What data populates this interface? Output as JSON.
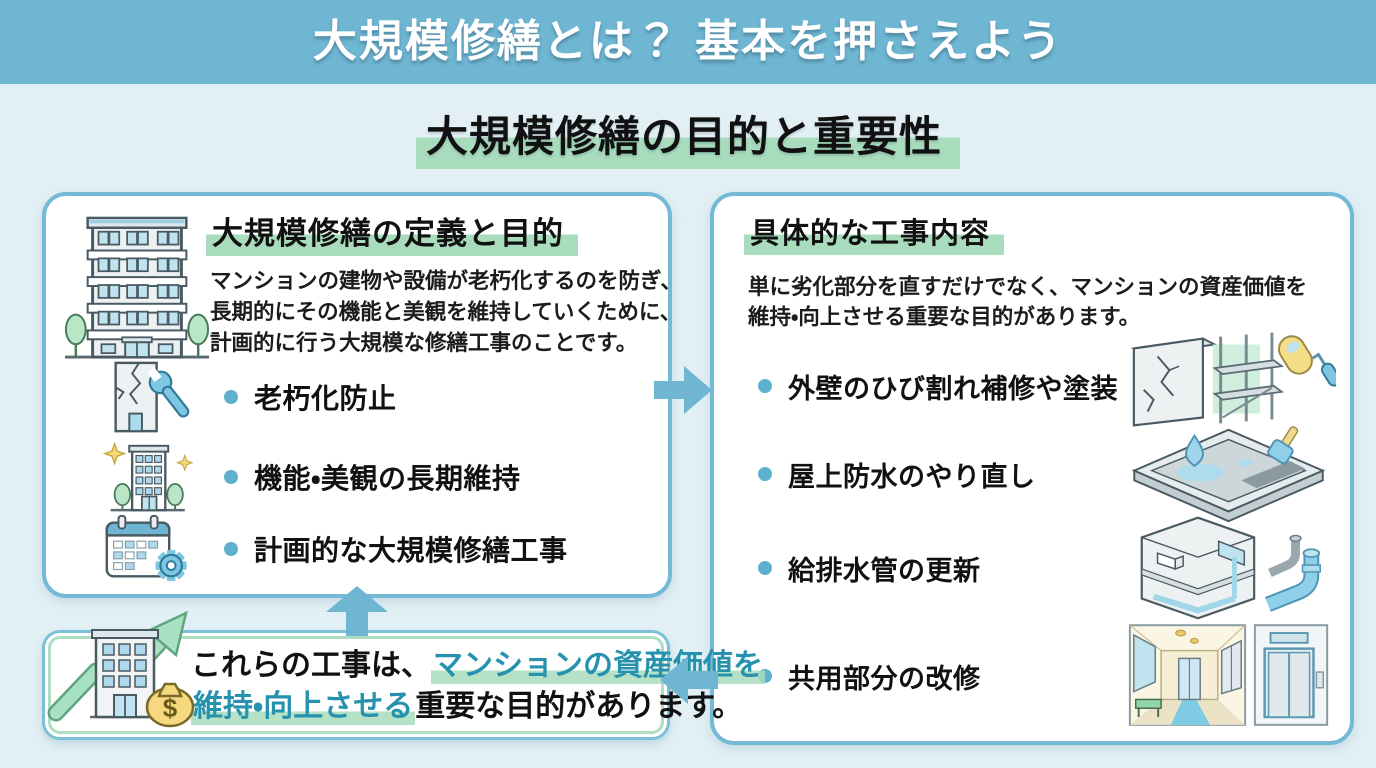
{
  "page": {
    "title": "大規模修繕とは？ 基本を押さえよう",
    "subtitle": "大規模修繕の目的と重要性"
  },
  "colors": {
    "banner_blue": "#6fb6d3",
    "page_background": "#e2f0f5",
    "card_border_blue": "#74bad6",
    "highlight_green": "#a8dcbd",
    "accent_teal_text": "#2792ad",
    "bullet_dot_blue": "#5fb0cf",
    "arrow_blue": "#6fb6d3",
    "growth_arrow_green": "#a9e2c2",
    "money_bag_yellow": "#f6d97e"
  },
  "left_card": {
    "icon": "apartment-building-icon",
    "heading": "大規模修繕の定義と目的",
    "description_lines": [
      "マンションの建物や設備が老朽化するのを防ぎ、",
      "長期的にその機能と美観を維持していくために、",
      "計画的に行う大規模な修繕工事のことです。"
    ],
    "bullets": [
      {
        "icon": "cracked-building-wrench-icon",
        "label": "老朽化防止"
      },
      {
        "icon": "sparkling-building-icon",
        "label": "機能・美観の長期維持"
      },
      {
        "icon": "calendar-gear-icon",
        "label": "計画的な大規模修繕工事"
      }
    ]
  },
  "right_card": {
    "heading": "具体的な工事内容",
    "description_lines": [
      "単に劣化部分を直すだけでなく、マンションの資産価値を",
      "維持・向上させる重要な目的があります。"
    ],
    "bullets": [
      {
        "icon": "cracked-wall-scaffold-roller-icon",
        "label": "外壁のひび割れ補修や塗装"
      },
      {
        "icon": "rooftop-waterproofing-icon",
        "label": "屋上防水のやり直し"
      },
      {
        "icon": "building-pipes-icon",
        "label": "給排水管の更新"
      },
      {
        "icon": "corridor-elevator-icon",
        "label": "共用部分の改修"
      }
    ]
  },
  "bottom_card": {
    "icon": "asset-value-growth-icon",
    "text": {
      "line1_black": "これらの工事は、",
      "line1_teal": "マンションの資産価値を",
      "line2_teal": "維持・向上させる",
      "line2_black": "重要な目的があります。"
    }
  },
  "arrows": {
    "left_to_right": "arrow-right-icon",
    "bottom_to_left": "arrow-up-icon",
    "right_to_bottom": "arrow-left-icon"
  }
}
